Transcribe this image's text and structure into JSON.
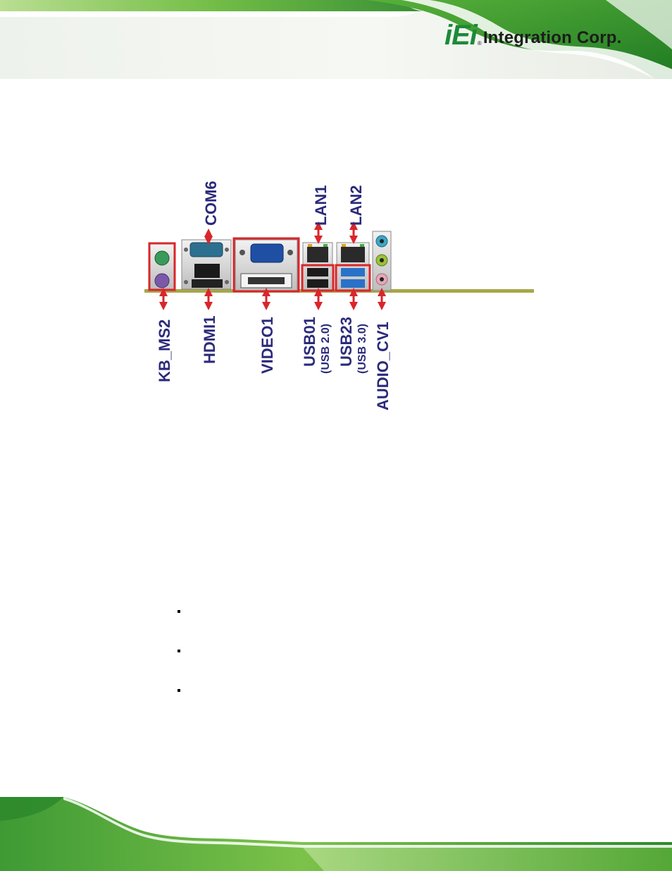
{
  "header": {
    "brand_mark": "iEi",
    "registered": "®",
    "brand_name": "Integration Corp."
  },
  "figure": {
    "labels": {
      "com6": "COM6",
      "lan1": "LAN1",
      "lan2": "LAN2",
      "kb_ms2": "KB_MS2",
      "hdmi1": "HDMI1",
      "video1": "VIDEO1",
      "usb01": "USB01",
      "usb01_sub": "(USB 2.0)",
      "usb23": "USB23",
      "usb23_sub": "(USB 3.0)",
      "audio_cv1": "AUDIO_CV1"
    },
    "colors": {
      "label": "#2b2a7a",
      "highlight": "#d9262b",
      "board": "#9a9a3a",
      "vga_blue": "#1f4fa3",
      "usb3_blue": "#2a72c8",
      "audio_blue": "#3fa6c8",
      "audio_green": "#9bc23a",
      "audio_pink": "#e6a7b8",
      "ps2_green": "#3a9a5a",
      "ps2_purple": "#7a5aa8"
    }
  },
  "bullets": [
    {
      "marker": "▪",
      "text": ""
    },
    {
      "marker": "▪",
      "text": ""
    },
    {
      "marker": "▪",
      "text": ""
    }
  ],
  "theme": {
    "green_dark": "#2f8f2a",
    "green_light": "#9ed36a",
    "gray": "#e9ece6"
  }
}
